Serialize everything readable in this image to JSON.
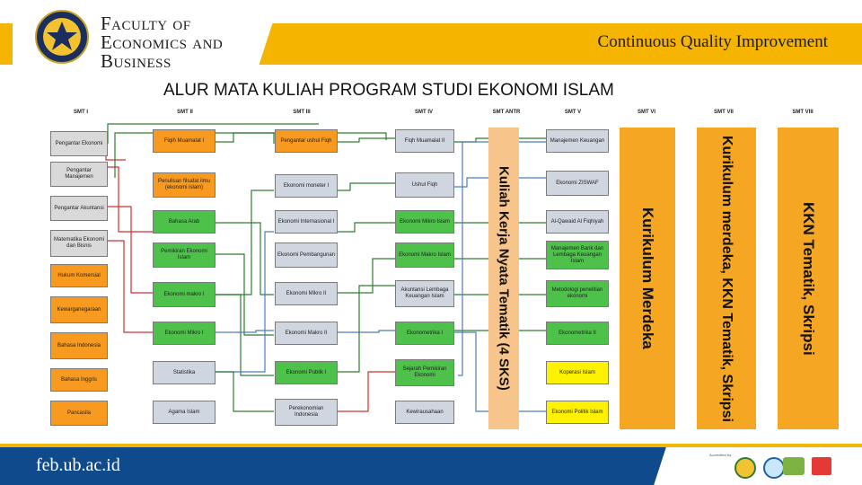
{
  "header": {
    "faculty_line1": "Faculty of",
    "faculty_line2": "Economics and",
    "faculty_line3": "Business",
    "tagline": "Continuous Quality Improvement"
  },
  "title": "ALUR MATA KULIAH PROGRAM STUDI EKONOMI ISLAM",
  "semesters": [
    "SMT I",
    "SMT II",
    "SMT III",
    "SMT IV",
    "SMT ANTR",
    "SMT V",
    "SMT VI",
    "SMT VII",
    "SMT VIII"
  ],
  "courses": {
    "smt1": [
      "Pengantar Ekonomi",
      "Pengantar Manajemen",
      "Pengantar Akuntansi",
      "Matematika Ekonomi dan Bisnis",
      "Hukum Komersial",
      "Kewarganegaraan",
      "Bahasa Indonesia",
      "Bahasa Inggris",
      "Pancasila"
    ],
    "smt2": [
      "Fiqih Muamalat I",
      "Penulisan filsafat ilmu (ekonomi islam)",
      "Bahasa Arab",
      "Pemikiran Ekonomi Islam",
      "Ekonomi makro I",
      "Ekonomi Mikro I",
      "Statistika",
      "Agama Islam"
    ],
    "smt3": [
      "Pengantar ushul Fiqh",
      "Ekonomi moneter I",
      "Ekonomi Internasional I",
      "Ekonomi Pembangunan",
      "Ekonomi Mikro II",
      "Ekonomi Makro II",
      "Ekonomi Publik I",
      "Perekonomian Indonesia"
    ],
    "smt4": [
      "Fiqh Muamalat II",
      "Ushul Fiqh",
      "Ekonomi Mikro Islam",
      "Ekonomi Makro Islam",
      "Akuntansi Lembaga Keuangan Islam",
      "Ekonometrika I",
      "Sejarah Pemikiran Ekonomi",
      "Kewirausahaan"
    ],
    "smt5": [
      "Manajemen Keuangan",
      "Ekonomi ZISWAF",
      "Al-Qawaid Al Fiqhiyah",
      "Manajemen Bank dan Lembaga Keuangan Islam",
      "Metodologi penelitian ekonomi",
      "Ekonometrika II",
      "Koperasi Islam",
      "Ekonomi Politik Islam"
    ]
  },
  "antara_label": "Kuliah Kerja Nyata Tematik (4 SKS)",
  "smt6_label": "Kurikulum Merdeka",
  "smt7_label": "Kurikulum merdeka, KKN Tematik, Skripsi",
  "smt8_label": "KKN Tematik, Skripsi",
  "footer": {
    "site": "feb.ub.ac.id",
    "accreditation_label": "Accredited by:"
  },
  "colors": {
    "brand_gold": "#f4b400",
    "brand_blue": "#0f4a8c"
  }
}
